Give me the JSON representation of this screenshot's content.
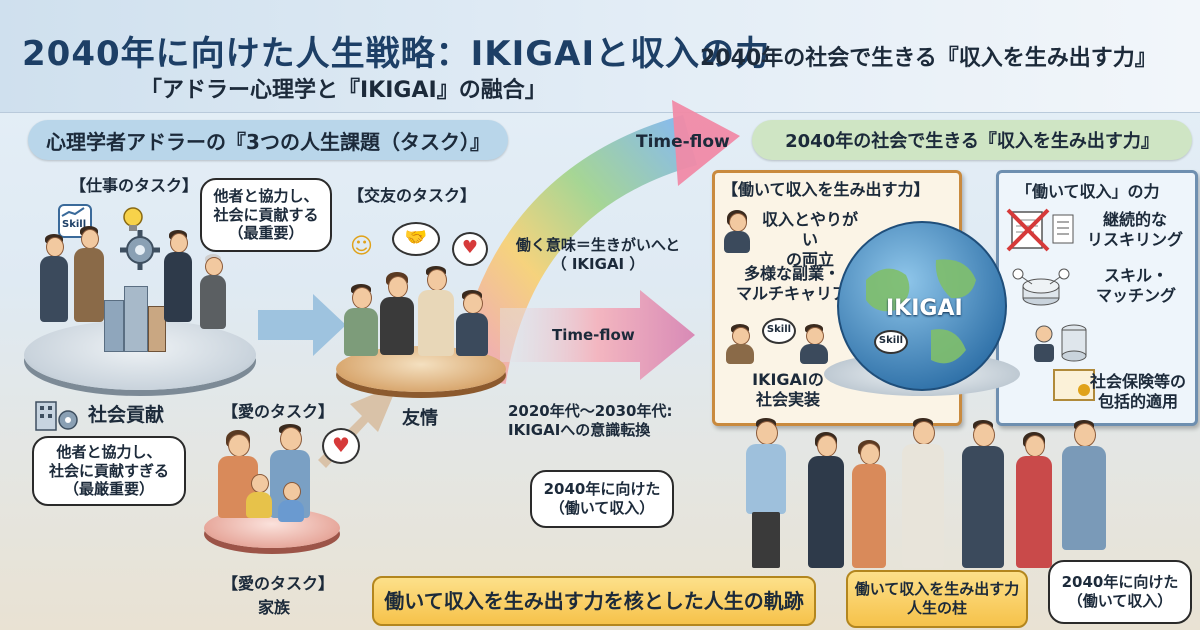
{
  "header": {
    "title": "2040年に向けた人生戦略：IKIGAIと収入の力",
    "subtitle": "「アドラー心理学と『IKIGAI』の融合」",
    "right_title": "2040年の社会で生きる『収入を生み出す力』"
  },
  "left": {
    "section_pill": "心理学者アドラーの『3つの人生課題（タスク）』",
    "work_task_label": "【仕事のタスク】",
    "work_bubble": "他者と協力し、\n社会に貢献する\n（最重要）",
    "skill_badge": "Skill",
    "social_contribution": "社会貢献",
    "social_bubble": "他者と協力し、\n社会に貢献すぎる\n（最厳重要）",
    "friend_task_label": "【交友のタスク】",
    "friendship": "友情",
    "love_task_label_top": "【愛のタスク】",
    "love_task_label_bottom": "【愛のタスク】",
    "family": "家族"
  },
  "middle": {
    "time_flow_top": "Time-flow",
    "time_flow_mid": "Time-flow",
    "meaning_text": "働く意味＝生きがいへと\n（ IKIGAI ）",
    "era_text": "2020年代〜2030年代:\nIKIGAIへの意識転換",
    "bubble_2040": "2040年に向けた\n（働いて収入）"
  },
  "right": {
    "section_pill": "2040年の社会で生きる『収入を生み出す力』",
    "panel_left_title": "【働いて収入を生み出す力】",
    "item_income_meaning": "収入とやりがい\nの両立",
    "item_side_jobs": "多様な副業・\nマルチキャリア",
    "item_ikigai_impl": "IKIGAIの\n社会実装",
    "globe_label": "IKIGAI",
    "skill_badge_1": "Skill",
    "skill_badge_2": "Skill",
    "panel_right_title": "「働いて収入」の力",
    "item_reskilling": "継続的な\nリスキリング",
    "item_skill_matching": "スキル・\nマッチング",
    "item_social_insurance": "社会保険等の\n包括的適用"
  },
  "bottom": {
    "main_banner": "働いて収入を生み出す力を核とした人生の軌跡",
    "pillar_banner": "働いて収入を生み出す力\n人生の柱",
    "bubble_2040_right": "2040年に向けた\n（働いて収入）"
  },
  "colors": {
    "title_blue": "#1d3f66",
    "pill_blue": "#b9d6ea",
    "pill_green": "#cfe5c4",
    "panel_border": "#c98a3e",
    "banner_gold": "#f6c24a"
  }
}
